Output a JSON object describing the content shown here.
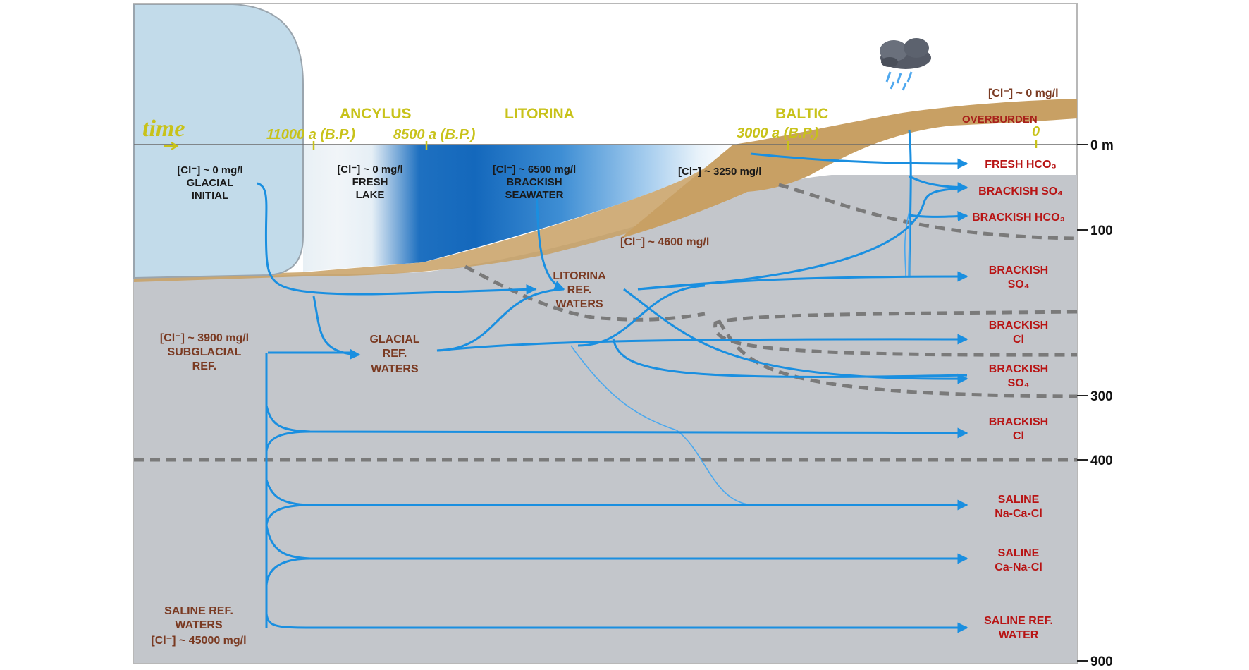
{
  "time_label": "time",
  "eras": {
    "ancylus": "ANCYLUS",
    "litorina": "LITORINA",
    "baltic": "BALTIC"
  },
  "dates": {
    "d11000": "11000 a (B.P.)",
    "d8500": "8500 a (B.P.)",
    "d3000": "3000 a (B.P.)",
    "d0": "0"
  },
  "overburden": "OVERBURDEN",
  "depth_axis": {
    "d0": "0 m",
    "d100": "100",
    "d300": "300",
    "d400": "400",
    "d900": "900"
  },
  "sources": {
    "glacial_initial": [
      "[Cl⁻] ~ 0 mg/l",
      "GLACIAL",
      "INITIAL"
    ],
    "fresh_lake": [
      "[Cl⁻] ~ 0 mg/l",
      "FRESH",
      "LAKE"
    ],
    "brackish_seawater": [
      "[Cl⁻] ~ 6500 mg/l",
      "BRACKISH",
      "SEAWATER"
    ],
    "cl_3250": "[Cl⁻] ~ 3250 mg/l",
    "cl_4600": "[Cl⁻] ~ 4600 mg/l",
    "cl_0_right": "[Cl⁻] ~ 0 mg/l",
    "subglacial_ref": [
      "[Cl⁻] ~ 3900 mg/l",
      "SUBGLACIAL",
      "REF."
    ],
    "saline_ref_waters": [
      "SALINE REF.",
      "WATERS",
      "[Cl⁻] ~ 45000 mg/l"
    ]
  },
  "ref_waters": {
    "litorina": [
      "LITORINA",
      "REF.",
      "WATERS"
    ],
    "glacial": [
      "GLACIAL",
      "REF.",
      "WATERS"
    ]
  },
  "outputs": {
    "fresh_hco3": "FRESH HCO₃",
    "brackish_so4_top": "BRACKISH SO₄",
    "brackish_hco3": "BRACKISH HCO₃",
    "brackish_so4_1": [
      "BRACKISH",
      "SO₄"
    ],
    "brackish_cl_1": [
      "BRACKISH",
      "Cl"
    ],
    "brackish_so4_2": [
      "BRACKISH",
      "SO₄"
    ],
    "brackish_cl_2": [
      "BRACKISH",
      "Cl"
    ],
    "saline_nacacl": [
      "SALINE",
      "Na-Ca-Cl"
    ],
    "saline_canacl": [
      "SALINE",
      "Ca-Na-Cl"
    ],
    "saline_ref_water": [
      "SALINE REF.",
      "WATER"
    ]
  },
  "colors": {
    "bedrock": "#c3c6cb",
    "ice": "#c2dbea",
    "sea_blue": "#1a6fc0",
    "overburden": "#c8a064",
    "flow": "#1a8fe0",
    "era_text": "#c8c21a",
    "output_text": "#b81414"
  },
  "icons": [
    "rain-cloud-icon"
  ]
}
